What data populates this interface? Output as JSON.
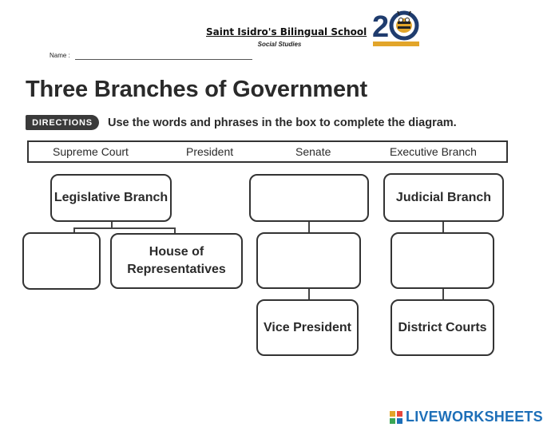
{
  "header": {
    "school": "Saint Isidro's Bilingual School",
    "subject": "Social Studies",
    "name_label": "Name :"
  },
  "logo": {
    "number": "20",
    "icon": "bee-mascot-icon"
  },
  "worksheet": {
    "title": "Three Branches of Government",
    "directions_tag": "DIRECTIONS",
    "directions": "Use the words and phrases in the box to complete the diagram."
  },
  "word_bank": [
    "Supreme Court",
    "President",
    "Senate",
    "Executive Branch"
  ],
  "diagram": {
    "legislative": {
      "top": "Legislative Branch",
      "left_child": "",
      "right_child": "House of Representatives"
    },
    "executive": {
      "top": "",
      "middle": "",
      "bottom": "Vice President"
    },
    "judicial": {
      "top": "Judicial Branch",
      "middle": "",
      "bottom": "District Courts"
    }
  },
  "footer": {
    "brand": "LIVEWORKSHEETS"
  },
  "colors": {
    "ink": "#2a2a2a",
    "brand_blue": "#1d6fb8",
    "logo_gold": "#e2a52a",
    "logo_navy": "#1f3c6e"
  }
}
